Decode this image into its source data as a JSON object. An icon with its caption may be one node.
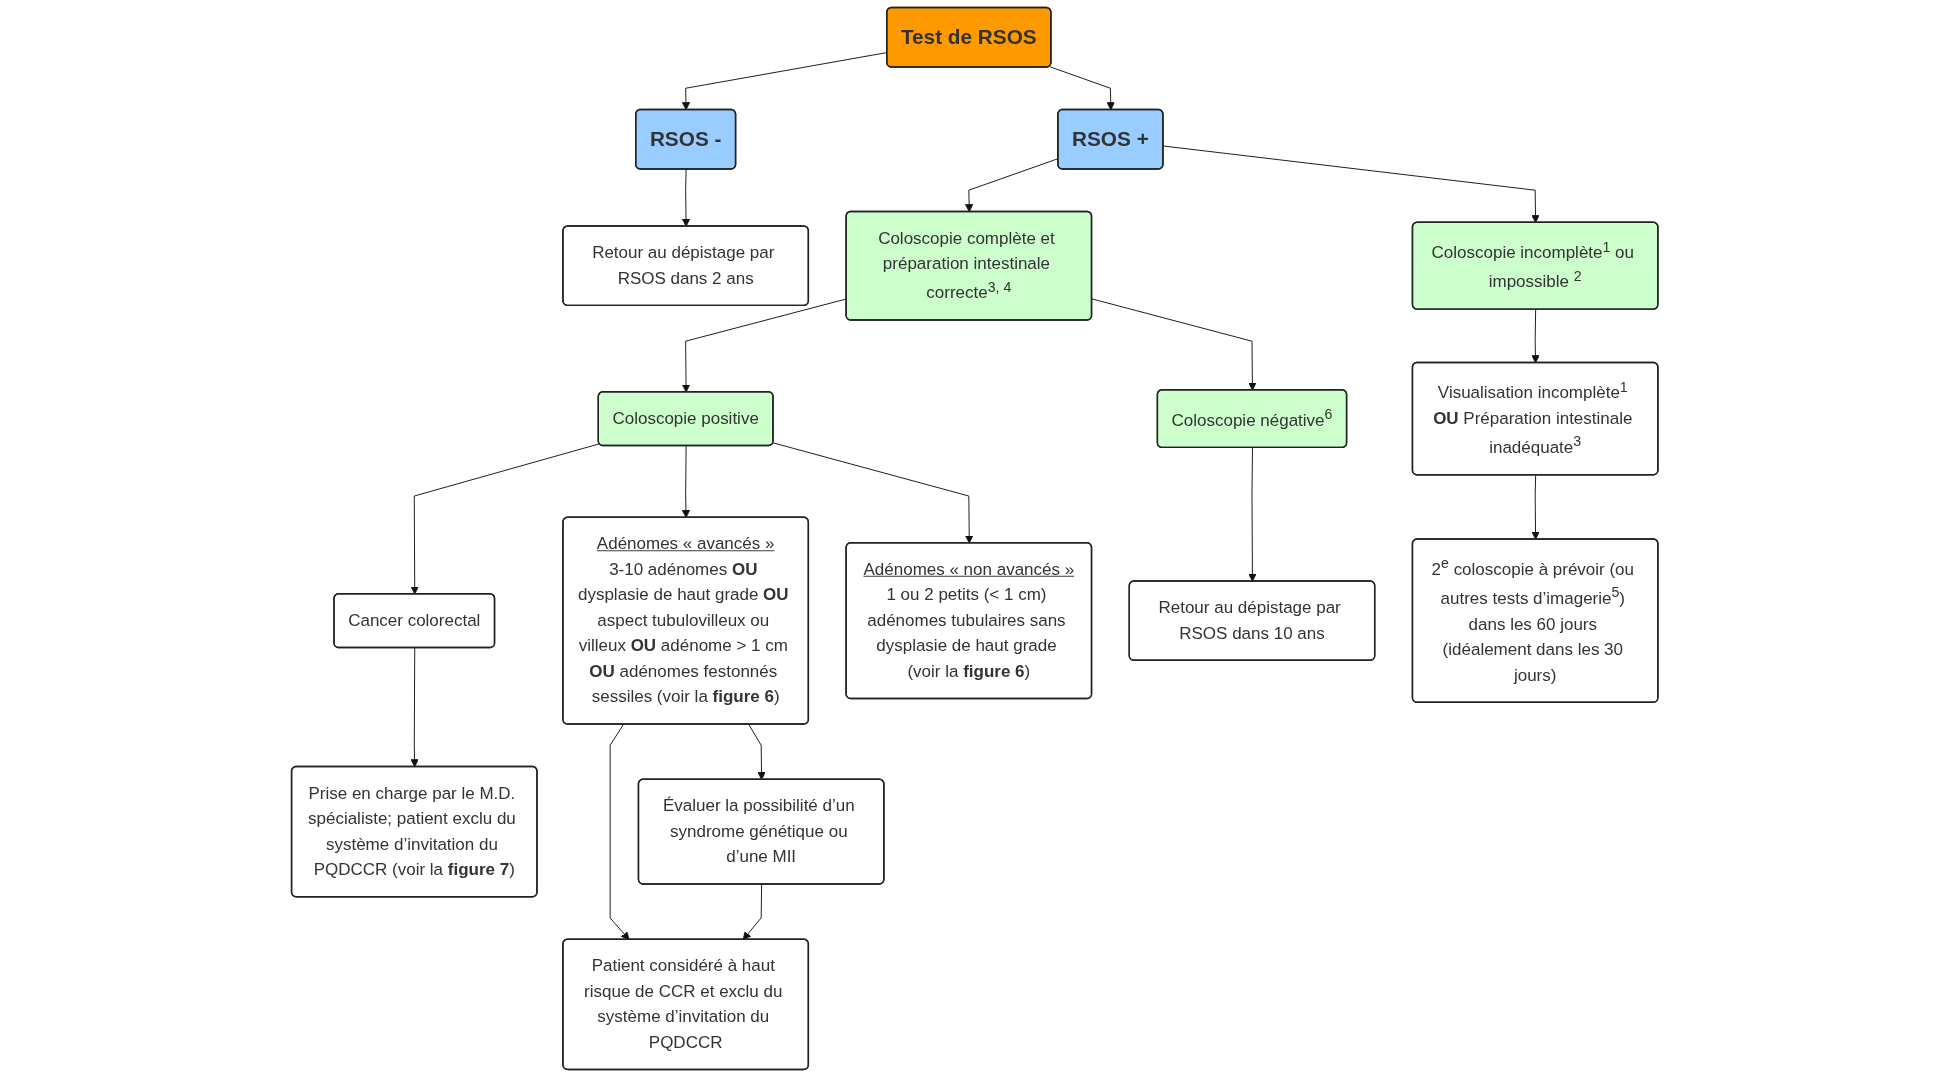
{
  "diagram": {
    "nodes": [
      {
        "text": [
          "Test de RSOS"
        ]
      },
      {
        "text": [
          "RSOS -"
        ]
      },
      {
        "text": [
          "RSOS +"
        ]
      },
      {
        "text": [
          "Retour au dépistage par RSOS dans 2 ans"
        ]
      },
      {
        "text": [
          "Coloscopie complète et préparation intestinale correcte$^{3, 4}$"
        ]
      },
      {
        "text": [
          "Coloscopie incomplète$^{1}$ ou impossible $^{2}$"
        ]
      },
      {
        "text": [
          "Coloscopie positive"
        ]
      },
      {
        "text": [
          "Coloscopie négative$^{6}$"
        ]
      },
      {
        "text": [
          "Visualisation incomplète$^{1}$ **OU** Préparation intestinale inadéquate$^{3}$"
        ]
      },
      {
        "text": [
          "Cancer colorectal"
        ]
      },
      {
        "text": [
          "Adénomes « avancés »",
          "3-10 adénomes **OU** dysplasie de haut grade **OU** aspect tubulovilleux ou villeux **OU** adénome > 1 cm **OU** adénomes festonnés sessiles (voir la **figure 6**)"
        ]
      },
      {
        "text": [
          "Adénomes « non avancés »",
          "1 ou 2 petits (< 1 cm) adénomes tubulaires sans dysplasie de haut grade (voir la **figure 6**)"
        ]
      },
      {
        "text": [
          "Retour au dépistage par RSOS dans 10 ans"
        ]
      },
      {
        "text": [
          "2$^{e}$ coloscopie à prévoir (ou autres tests d’imagerie$^{5}$) dans les 60 jours (idéalement dans les 30 jours)"
        ]
      },
      {
        "text": [
          "Prise en charge par le M.D. spécialiste; patient exclu du système d’invitation du PQDCCR (voir la **figure 7**)"
        ]
      },
      {
        "text": [
          "Patient considéré à haut risque de CCR et exclu du système d’invitation du PQDCCR"
        ]
      },
      {
        "text": [
          "Évaluer la possibilité d’un syndrome génétique ou d’une MII"
        ]
      }
    ],
    "edges": [
      {
        "from": 0,
        "to": 1,
        "arrow": "to"
      },
      {
        "from": 0,
        "to": 2,
        "arrow": "to"
      },
      {
        "from": 1,
        "to": 3,
        "arrow": "to"
      },
      {
        "from": 2,
        "to": 4,
        "arrow": "to"
      },
      {
        "from": 2,
        "to": 5,
        "arrow": "to"
      },
      {
        "from": 4,
        "to": 6,
        "arrow": "to"
      },
      {
        "from": 4,
        "to": 7,
        "arrow": "to"
      },
      {
        "from": 5,
        "to": 8,
        "arrow": "to"
      },
      {
        "from": 6,
        "to": 9,
        "arrow": "to"
      },
      {
        "from": 6,
        "to": 10,
        "arrow": "to"
      },
      {
        "from": 6,
        "to": 11,
        "arrow": "to"
      },
      {
        "from": 7,
        "to": 12,
        "arrow": "to"
      },
      {
        "from": 8,
        "to": 13,
        "arrow": "to"
      },
      {
        "from": 9,
        "to": 14,
        "arrow": "to"
      },
      {
        "from": 10,
        "to": 15,
        "arrow": "to"
      },
      {
        "from": 10,
        "to": 16,
        "arrow": "to"
      },
      {
        "from": 16,
        "to": 15,
        "arrow": "to"
      }
    ]
  }
}
